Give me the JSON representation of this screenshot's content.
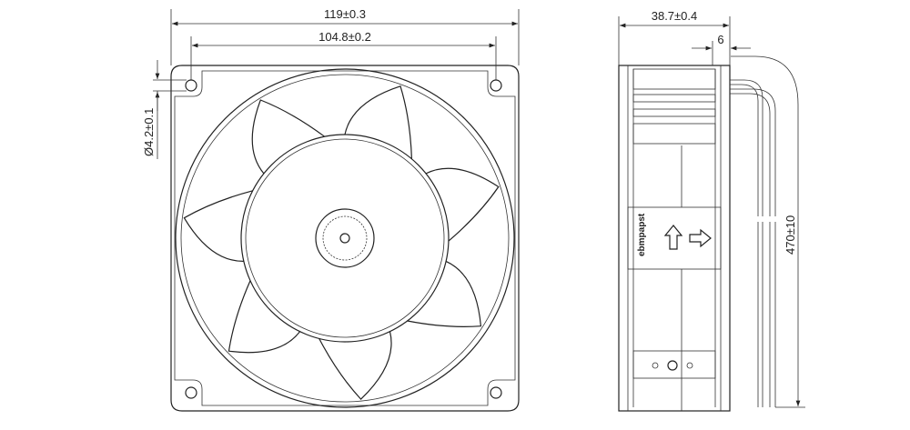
{
  "front_view": {
    "overall_width_dim": "119±0.3",
    "hole_spacing_dim": "104.8±0.2",
    "hole_diameter_dim": "Ø4.2±0.1"
  },
  "side_view": {
    "depth_dim": "38.7±0.4",
    "lead_offset_dim": "6",
    "lead_length_dim": "470±10",
    "brand_label": "ebmpapst"
  }
}
